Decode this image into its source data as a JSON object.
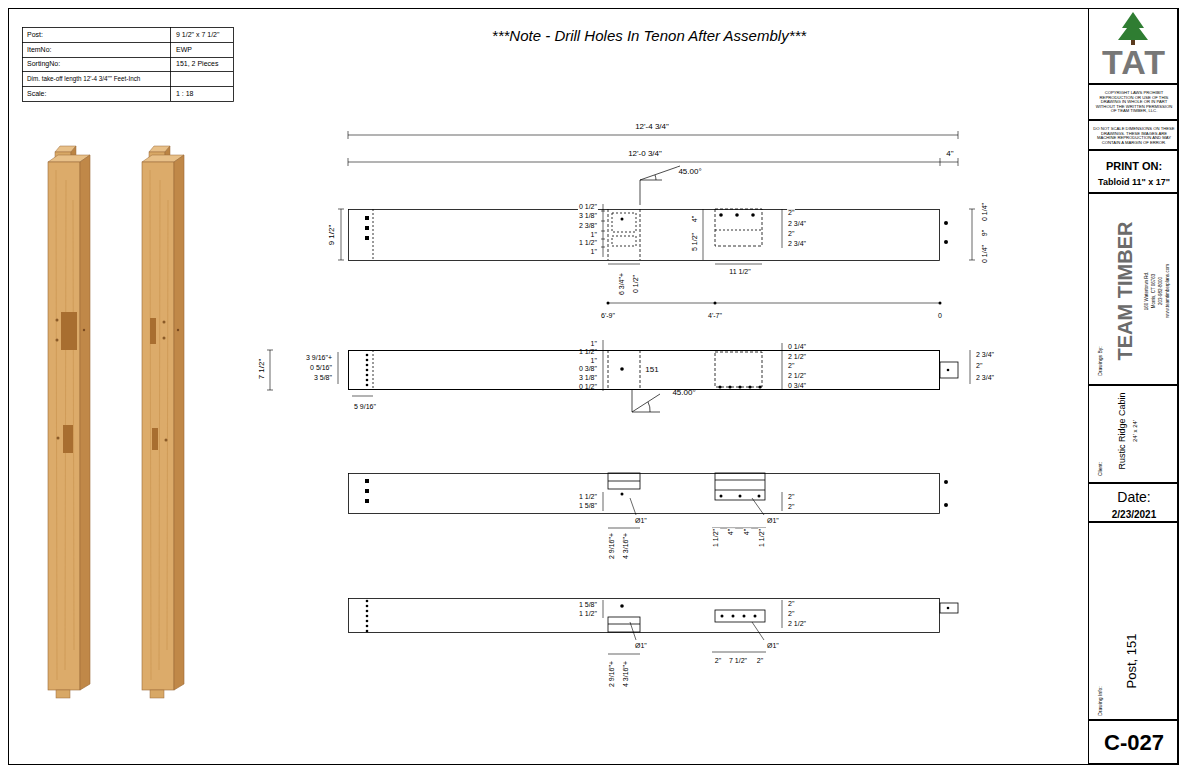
{
  "diagram": {
    "title": "***Note - Drill Holes In Tenon After Assembly***",
    "nodes": [
      {
        "text": [
          "TAT"
        ]
      },
      {
        "text": [
          "COPYRIGHT LAWS PROHIBIT REPRODUCTION OR USE OF THIS DRAWING IN WHOLE OR IN PART WITHOUT THE WRITTEN PERMISSION OF TEAM TIMBER, LLC."
        ]
      },
      {
        "text": [
          "DO NOT SCALE DIMENSIONS ON THESE DRAWINGS. THESE IMAGES ARE MACHINE REPRODUCTION AND MAY CONTAIN A MARGIN OF ERROR."
        ]
      },
      {
        "text": [
          "PRINT ON:",
          "Tabloid 11\" x 17\""
        ]
      },
      {
        "text": [
          "Drawings By:",
          "TEAM TIMBER",
          "160 Watertown Rd.",
          "Morris, CT 06763",
          "203-982-8000",
          "www.teamtimberplans.com"
        ]
      },
      {
        "text": [
          "Client:",
          "Rustic Ridge Cabin",
          "24' x 24'"
        ]
      },
      {
        "text": [
          "Date:",
          "2/23/2021"
        ]
      },
      {
        "text": [
          "Drawing Info:",
          "Post, 151"
        ]
      },
      {
        "text": [
          "C-027"
        ]
      },
      {
        "text": [
          "151"
        ]
      }
    ],
    "labels": [
      "Post:",
      "9 1/2\" x 7 1/2\"",
      "ItemNo:",
      "EWP",
      "SortingNo:",
      "151,  2 Pieces",
      "Dim. take-off length 12'-4 3/4\"\" Feet-Inch",
      "Scale:",
      "1 : 18",
      "12'-4 3/4\"",
      "12'-0 3/4\"",
      "4\"",
      "45.00°",
      "9 1/2\"",
      "0 1/2\"",
      "3 1/8\"",
      "2 3/8\"",
      "1\"",
      "1 1/2\"",
      "1\"",
      "4\"",
      "5 1/2\"",
      "2\"",
      "2 3/4\"",
      "2\"",
      "2 3/4\"",
      "0 1/4\"",
      "9\"",
      "0 1/4\"",
      "6 3/4\"+",
      "0 1/2\"",
      "11 1/2\"",
      "6'-9\"",
      "4'-7\"",
      "0",
      "7 1/2\"",
      "3 9/16\"+",
      "0 5/16\"",
      "3 5/8\"",
      "5 9/16\"",
      "1\"",
      "1 1/2\"",
      "1\"",
      "0 3/8\"",
      "3 1/8\"",
      "0 1/2\"",
      "45.00°",
      "0 1/4\"",
      "2 1/2\"",
      "2\"",
      "2 1/2\"",
      "0 3/4\"",
      "2 3/4\"",
      "2\"",
      "2 3/4\"",
      "1 1/2\"",
      "1 5/8\"",
      "2\"",
      "2\"",
      "Ø1\"",
      "Ø1\"",
      "2 9/16\"+",
      "4 3/16\"+",
      "1 1/2\"",
      "4\"",
      "4\"",
      "1 1/2\"",
      "1 5/8\"",
      "1 1/2\"",
      "2\"",
      "2\"",
      "2 1/2\"",
      "Ø1\"",
      "Ø1\"",
      "2 9/16\"+",
      "4 3/16\"+",
      "2\"",
      "7 1/2\"",
      "2\""
    ]
  }
}
